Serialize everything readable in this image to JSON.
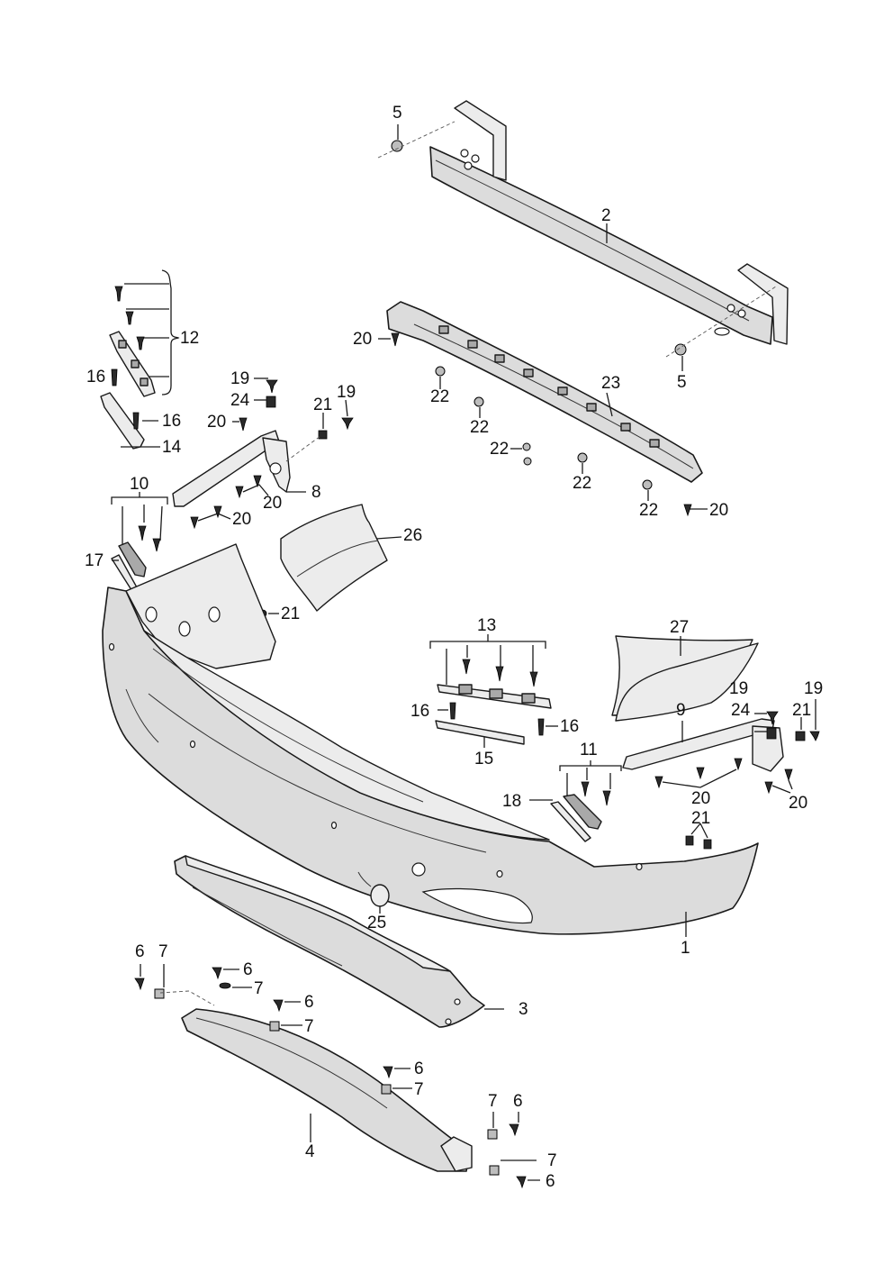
{
  "diagram": {
    "callouts": [
      {
        "id": "c5a",
        "text": "5"
      },
      {
        "id": "c2",
        "text": "2"
      },
      {
        "id": "c5b",
        "text": "5"
      },
      {
        "id": "c12",
        "text": "12"
      },
      {
        "id": "c16a",
        "text": "16"
      },
      {
        "id": "c16b",
        "text": "16"
      },
      {
        "id": "c14",
        "text": "14"
      },
      {
        "id": "c19a",
        "text": "19"
      },
      {
        "id": "c24a",
        "text": "24"
      },
      {
        "id": "c20a",
        "text": "20"
      },
      {
        "id": "c21a",
        "text": "21"
      },
      {
        "id": "c19b",
        "text": "19"
      },
      {
        "id": "c20b",
        "text": "20"
      },
      {
        "id": "c22a",
        "text": "22"
      },
      {
        "id": "c22b",
        "text": "22"
      },
      {
        "id": "c22c",
        "text": "22"
      },
      {
        "id": "c22d",
        "text": "22"
      },
      {
        "id": "c22e",
        "text": "22"
      },
      {
        "id": "c23",
        "text": "23"
      },
      {
        "id": "c8",
        "text": "8"
      },
      {
        "id": "c20c",
        "text": "20"
      },
      {
        "id": "c20d",
        "text": "20"
      },
      {
        "id": "c20e",
        "text": "20"
      },
      {
        "id": "c10",
        "text": "10"
      },
      {
        "id": "c17",
        "text": "17"
      },
      {
        "id": "c26",
        "text": "26"
      },
      {
        "id": "c21b",
        "text": "21"
      },
      {
        "id": "c13",
        "text": "13"
      },
      {
        "id": "c27",
        "text": "27"
      },
      {
        "id": "c16c",
        "text": "16"
      },
      {
        "id": "c16d",
        "text": "16"
      },
      {
        "id": "c15",
        "text": "15"
      },
      {
        "id": "c19c",
        "text": "19"
      },
      {
        "id": "c19d",
        "text": "19"
      },
      {
        "id": "c24b",
        "text": "24"
      },
      {
        "id": "c9",
        "text": "9"
      },
      {
        "id": "c21c",
        "text": "21"
      },
      {
        "id": "c11",
        "text": "11"
      },
      {
        "id": "c18",
        "text": "18"
      },
      {
        "id": "c20f",
        "text": "20"
      },
      {
        "id": "c20g",
        "text": "20"
      },
      {
        "id": "c21d",
        "text": "21"
      },
      {
        "id": "c25",
        "text": "25"
      },
      {
        "id": "c1",
        "text": "1"
      },
      {
        "id": "c6a",
        "text": "6"
      },
      {
        "id": "c7a",
        "text": "7"
      },
      {
        "id": "c6b",
        "text": "6"
      },
      {
        "id": "c7b",
        "text": "7"
      },
      {
        "id": "c6c",
        "text": "6"
      },
      {
        "id": "c7c",
        "text": "7"
      },
      {
        "id": "c3",
        "text": "3"
      },
      {
        "id": "c6d",
        "text": "6"
      },
      {
        "id": "c7d",
        "text": "7"
      },
      {
        "id": "c7e",
        "text": "7"
      },
      {
        "id": "c6e",
        "text": "6"
      },
      {
        "id": "c4",
        "text": "4"
      },
      {
        "id": "c7f",
        "text": "7"
      },
      {
        "id": "c6f",
        "text": "6"
      }
    ]
  }
}
